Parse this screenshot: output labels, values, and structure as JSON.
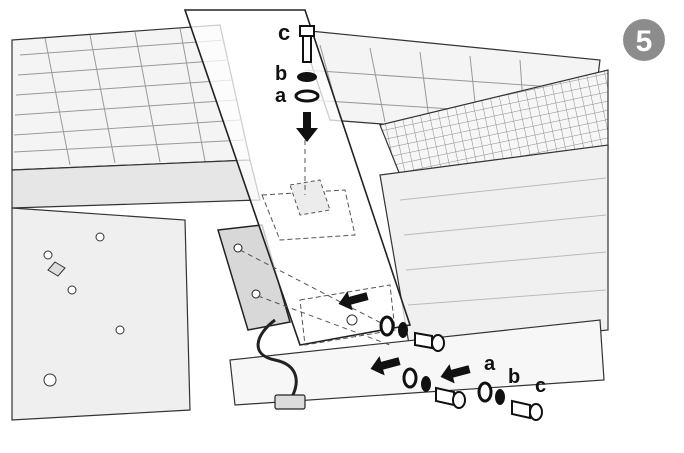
{
  "step": {
    "number": "5"
  },
  "labels": {
    "top": {
      "bolt": "c",
      "lock_washer": "b",
      "flat_washer": "a"
    },
    "bottom_right": {
      "flat_washer": "a",
      "lock_washer": "b",
      "bolt": "c"
    }
  },
  "colors": {
    "step_badge": "#8c8c8c",
    "line": "#2a2a2a",
    "hatch": "#9a9a9a",
    "panel_light": "#f3f3f3",
    "panel_mid": "#e2e2e2",
    "arrow": "#111111"
  }
}
